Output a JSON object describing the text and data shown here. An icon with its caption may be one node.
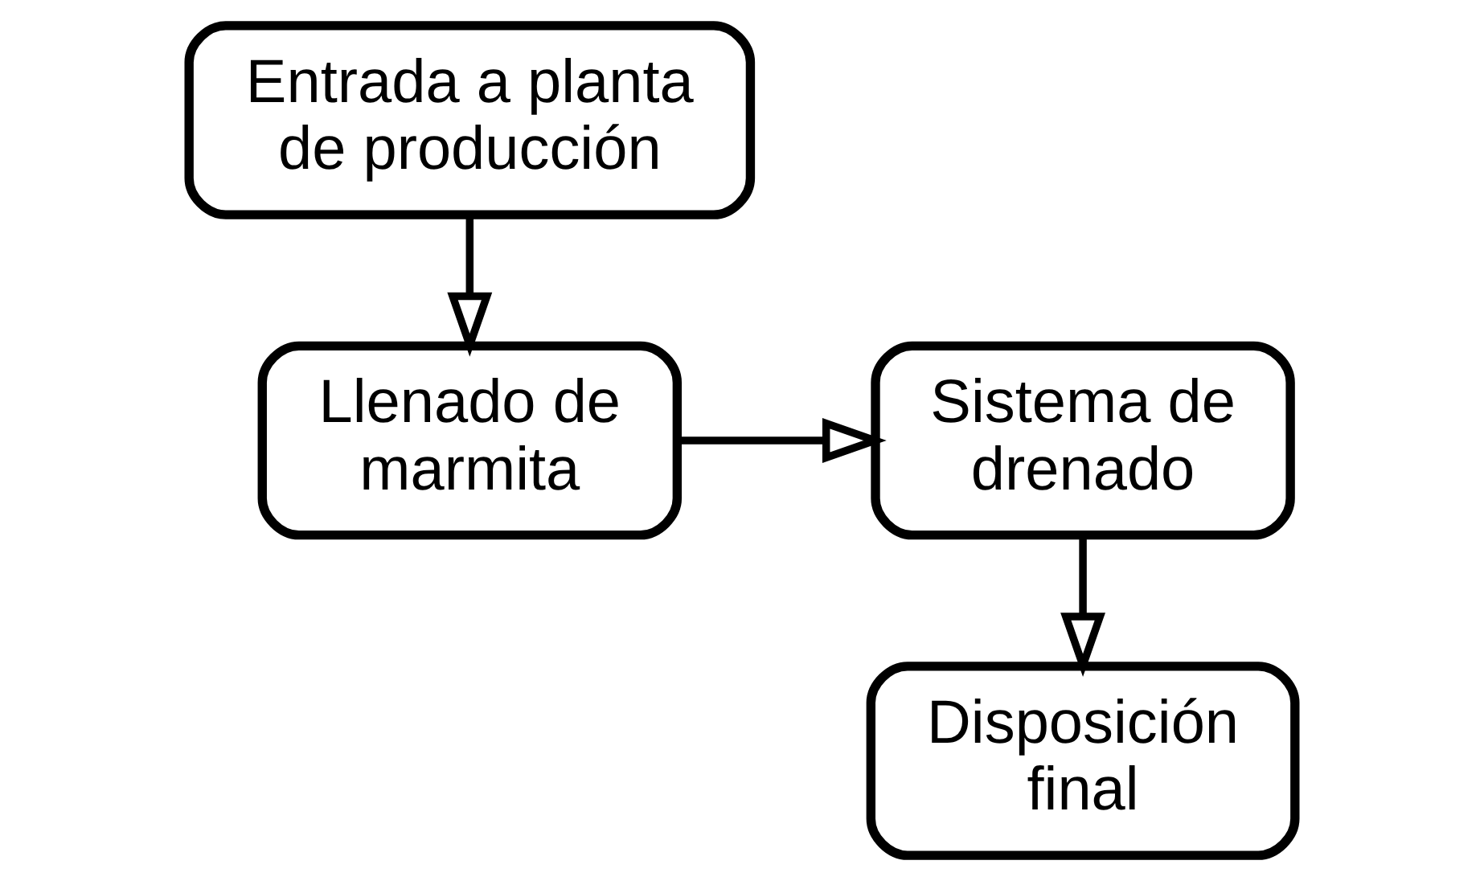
{
  "diagram": {
    "nodes": [
      {
        "text": [
          "Entrada a planta de producción"
        ]
      },
      {
        "text": [
          "Llenado de marmita"
        ]
      },
      {
        "text": [
          "Sistema de drenado"
        ]
      },
      {
        "text": [
          "Disposición final"
        ]
      }
    ],
    "edges": [
      {
        "from": 0,
        "to": 1,
        "arrow": "to"
      },
      {
        "from": 1,
        "to": 2,
        "arrow": "to"
      },
      {
        "from": 2,
        "to": 3,
        "arrow": "to"
      }
    ]
  }
}
